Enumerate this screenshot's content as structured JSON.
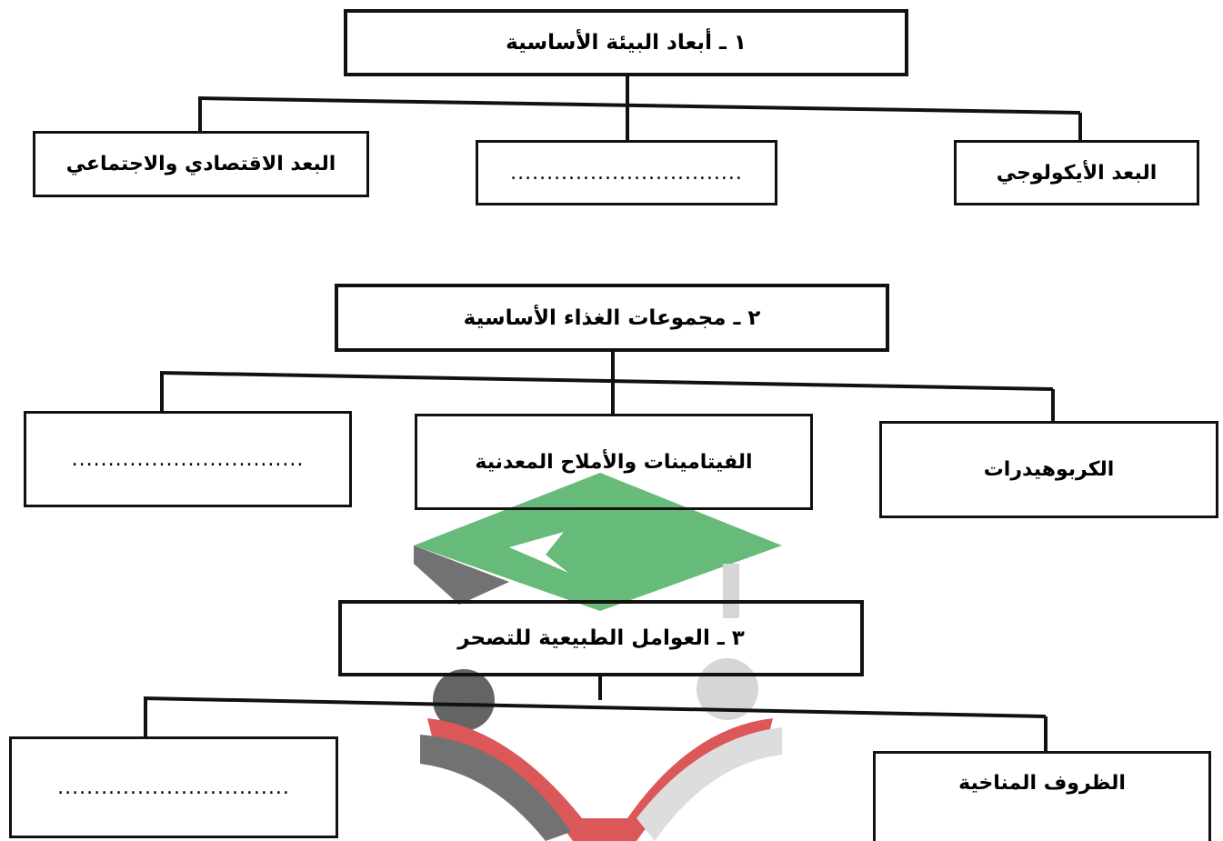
{
  "diagrams": [
    {
      "title": "١ ـ أبعاد البيئة الأساسية",
      "right": "البعد الأيكولوجي",
      "middle": "................................",
      "left": "البعد الاقتصادي والاجتماعي"
    },
    {
      "title": "٢ ـ مجموعات الغذاء الأساسية",
      "right": "الكربوهيدرات",
      "middle": "الفيتامينات والأملاح المعدنية",
      "left": "................................"
    },
    {
      "title": "٣ ـ العوامل الطبيعية للتصحر",
      "right": "الظروف المناخية",
      "left": "................................"
    }
  ],
  "watermark": {
    "icon": "graduation-cap-logo",
    "colors": {
      "green": "#4db063",
      "gray": "#5a5a5a",
      "red": "#d63b3b",
      "light": "#cfcfcf"
    }
  },
  "line_color": "#111111"
}
